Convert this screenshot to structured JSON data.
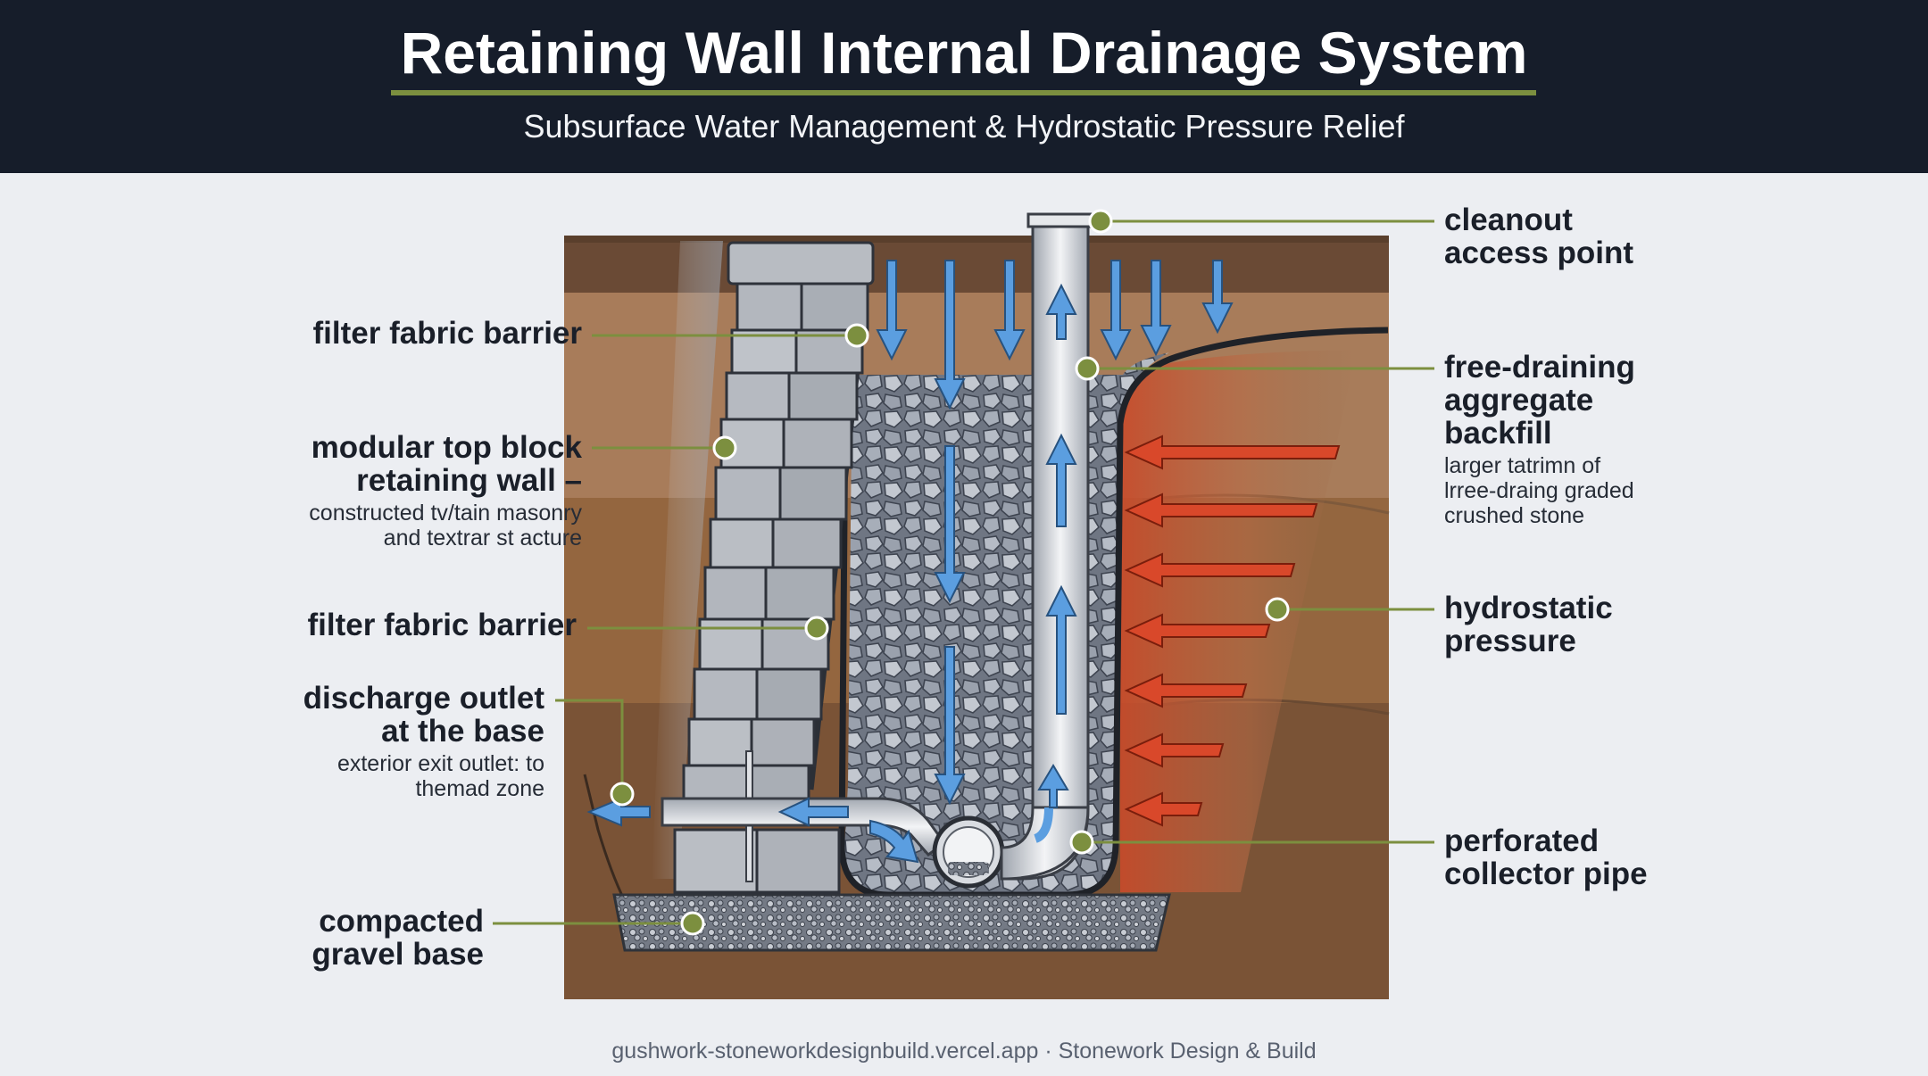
{
  "header": {
    "title": "Retaining Wall Internal Drainage System",
    "subtitle": "Subsurface Water Management & Hydrostatic Pressure Relief"
  },
  "colors": {
    "header_bg": "#161d2a",
    "accent_green": "#7c8f3f",
    "water_flow_blue": "#5b9ee0",
    "pressure_red": "#d9482a",
    "soil_brown": "#8a5f3f"
  },
  "icons": {
    "flow_arrow": "water-flow-arrow-icon",
    "pressure_arrow": "pressure-arrow-icon",
    "callout_marker": "callout-dot-icon"
  },
  "labels": {
    "filter_fabric_top": {
      "title": "filter fabric barrier"
    },
    "modular_wall": {
      "title_line1": "modular top block",
      "title_line2": "retaining wall –",
      "desc_line1": "constructed tv/tain masonry",
      "desc_line2": "and textrar st acture"
    },
    "filter_fabric_bottom": {
      "title": "filter fabric barrier"
    },
    "discharge_outlet": {
      "title_line1": "discharge outlet",
      "title_line2": "at the base",
      "desc_line1": "exterior exit outlet: to",
      "desc_line2": "themad zone"
    },
    "gravel_base": {
      "title_line1": "compacted",
      "title_line2": "gravel base"
    },
    "cleanout": {
      "title_line1": "cleanout",
      "title_line2": "access point"
    },
    "aggregate_backfill": {
      "title_line1": "free-draining",
      "title_line2": "aggregate",
      "title_line3": "backfill",
      "desc_line1": "larger tatrimn of",
      "desc_line2": "lrree-draing graded",
      "desc_line3": "crushed stone"
    },
    "hydrostatic": {
      "title_line1": "hydrostatic",
      "title_line2": "pressure"
    },
    "collector_pipe": {
      "title_line1": "perforated",
      "title_line2": "collector pipe"
    }
  },
  "footer": {
    "credit": "gushwork-stoneworkdesignbuild.vercel.app · Stonework Design & Build"
  }
}
